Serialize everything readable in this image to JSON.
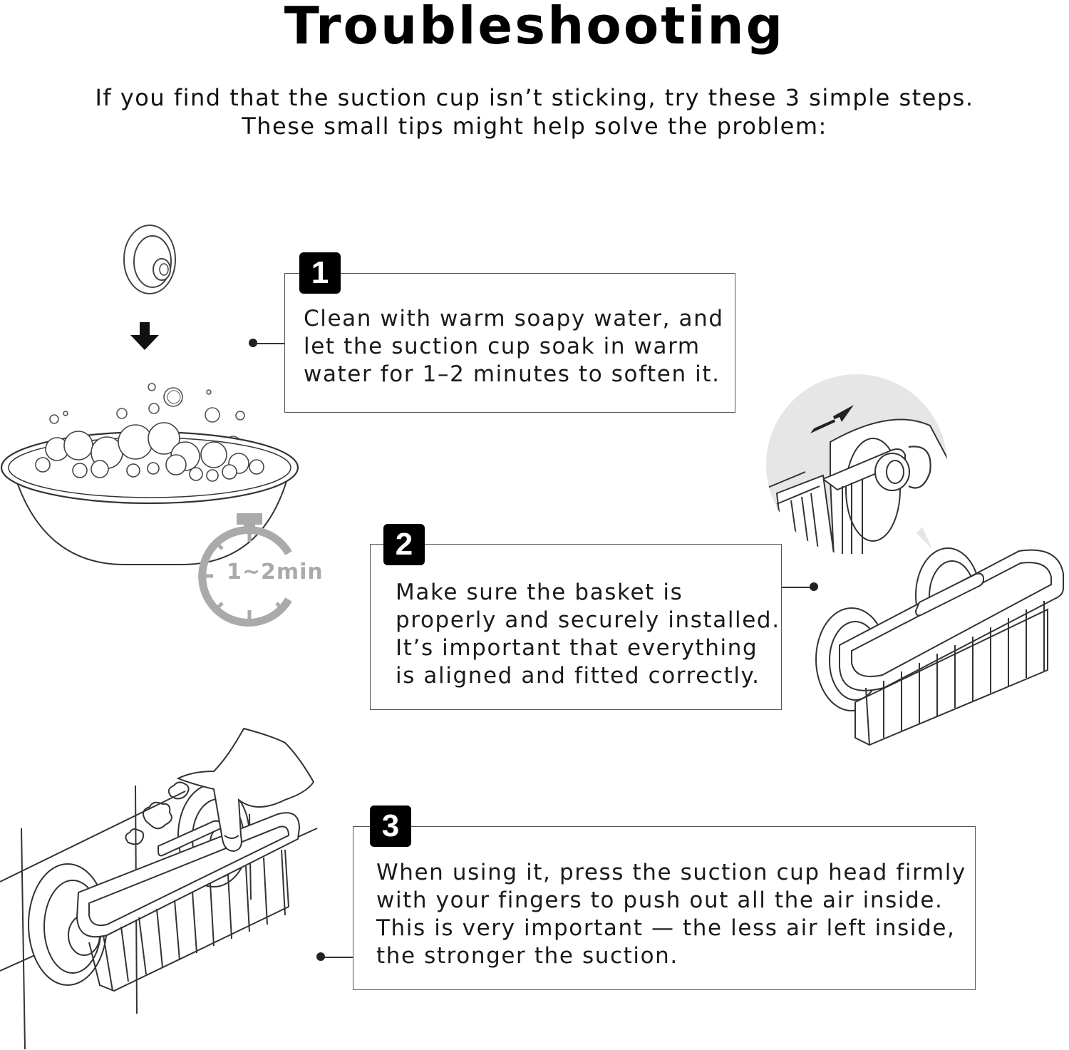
{
  "header": {
    "title": "Troubleshooting",
    "subtitle_line1": "If you find that the suction cup isn’t sticking, try these 3 simple steps.",
    "subtitle_line2": "These small tips might help solve the problem:"
  },
  "steps": [
    {
      "number": "1",
      "lines": [
        "Clean with warm soapy water, and",
        "let the suction cup soak in warm",
        "water for 1–2 minutes to soften it."
      ]
    },
    {
      "number": "2",
      "lines": [
        "Make sure the basket is",
        "properly and securely installed.",
        "It’s important that everything",
        "is aligned and fitted correctly."
      ]
    },
    {
      "number": "3",
      "lines": [
        "When using it, press the suction cup head firmly",
        "with your fingers to push out all the air inside.",
        "This is very important — the less air left inside,",
        "the stronger the suction."
      ]
    }
  ],
  "timer": {
    "label": "1~2min"
  },
  "icons": {
    "suction_cup": "suction-cup-icon",
    "arrow": "arrow-down-icon",
    "basin": "soapy-basin-illustration",
    "timer": "stopwatch-icon",
    "basket": "basket-illustration",
    "zoom": "zoom-detail-illustration",
    "press": "finger-press-illustration"
  },
  "colors": {
    "badge": "#000000",
    "border": "#555555",
    "timer": "#aaaaaa",
    "zoom_bg": "#e6e6e6"
  }
}
